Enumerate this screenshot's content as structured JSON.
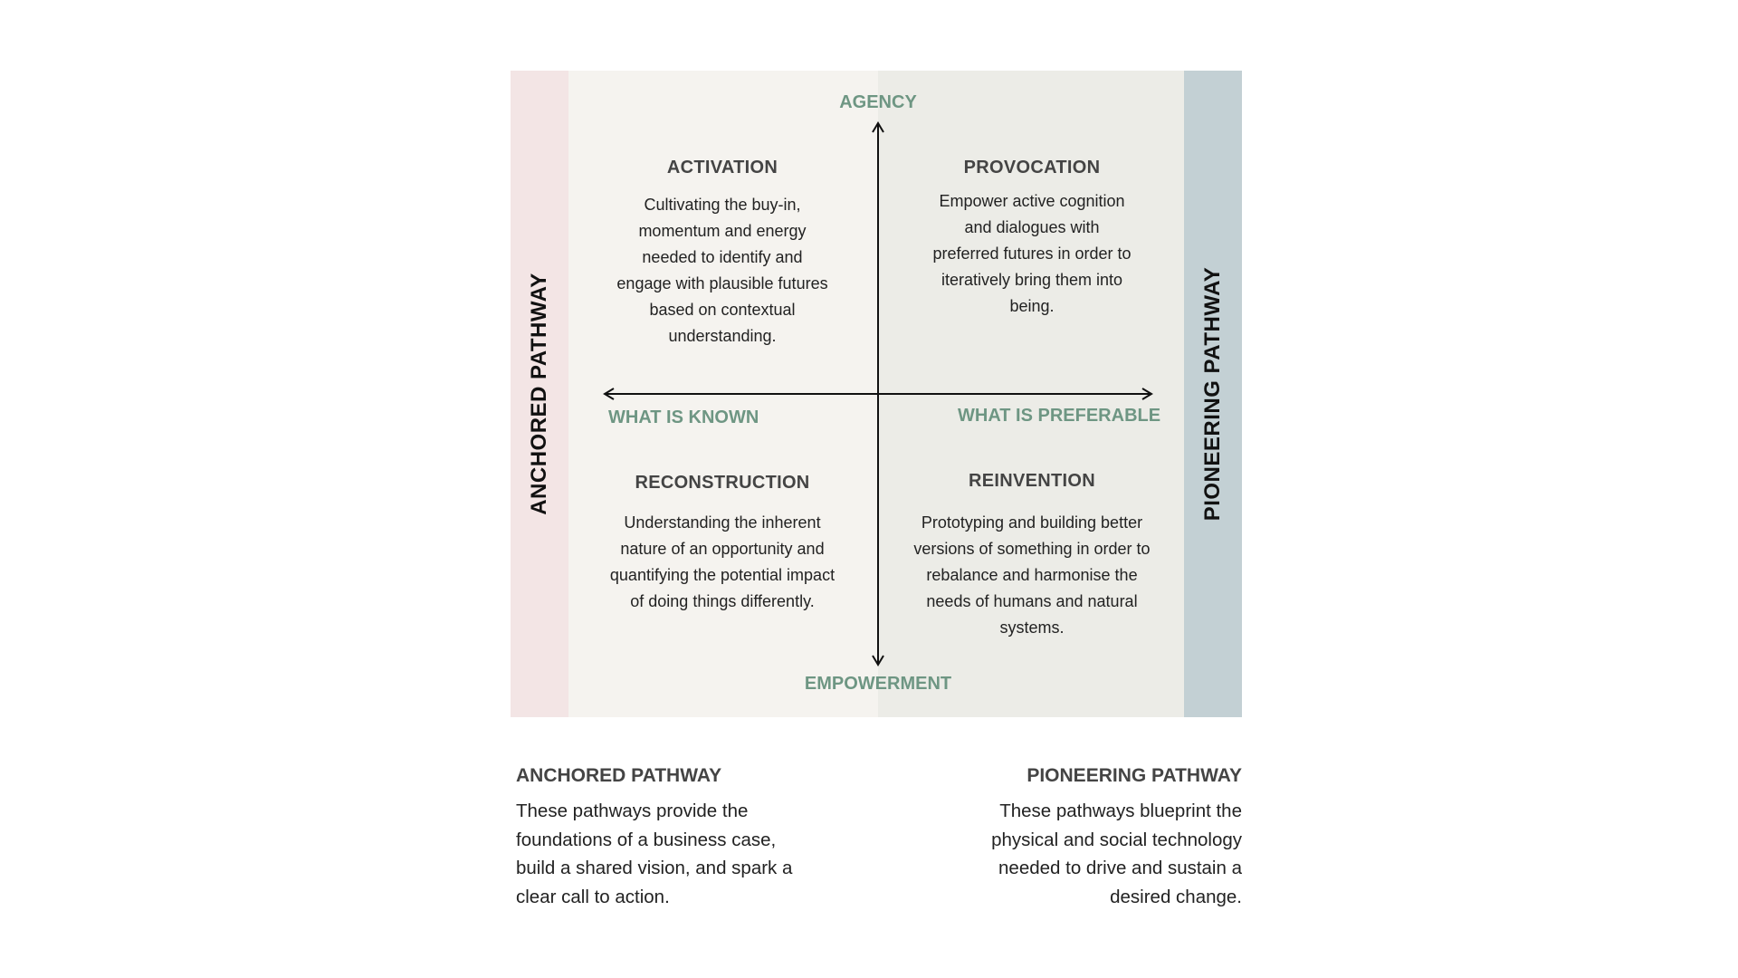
{
  "bands": {
    "left_label": "ANCHORED PATHWAY",
    "right_label": "PIONEERING PATHWAY",
    "left_color": "#f3e5e5",
    "right_color": "#c3d0d4"
  },
  "axes": {
    "top": "AGENCY",
    "bottom": "EMPOWERMENT",
    "left": "WHAT IS KNOWN",
    "right": "WHAT IS PREFERABLE",
    "label_color": "#6e9683"
  },
  "quadrants": {
    "top_left": {
      "title": "ACTIVATION",
      "text": "Cultivating the buy-in, momentum and energy needed to identify and engage with plausible futures based on contextual understanding."
    },
    "top_right": {
      "title": "PROVOCATION",
      "text": "Empower active cognition and dialogues with preferred futures in order to iteratively bring them into being."
    },
    "bottom_left": {
      "title": "RECONSTRUCTION",
      "text": "Understanding the inherent nature of an opportunity and quantifying the potential impact of doing things differently."
    },
    "bottom_right": {
      "title": "REINVENTION",
      "text": "Prototyping and building better versions of something in order to rebalance and harmonise the needs of humans and natural systems."
    }
  },
  "legend": {
    "anchored": {
      "title": "ANCHORED PATHWAY",
      "text": "These pathways provide the foundations of a business case, build a shared vision, and spark a clear call to action."
    },
    "pioneering": {
      "title": "PIONEERING PATHWAY",
      "text": "These pathways blueprint the physical and social technology needed to drive and sustain a desired change."
    }
  }
}
